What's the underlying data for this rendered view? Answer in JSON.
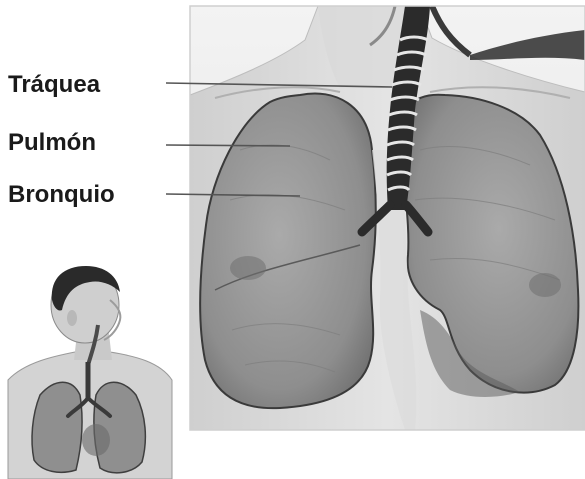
{
  "labels": {
    "trachea": "Tráquea",
    "lung": "Pulmón",
    "bronchus": "Bronquio"
  },
  "colors": {
    "background": "#ffffff",
    "label_text": "#1a1a1a",
    "leader_line": "#555555",
    "panel_frame": "#cfcfcf",
    "panel_bg": "#e9e9e9",
    "lung_fill": "#9a9a9a",
    "lung_shade": "#777777",
    "lung_outline": "#3a3a3a",
    "skin": "#d6d6d6",
    "skin_dark": "#b5b5b5",
    "trachea_dark": "#2b2b2b",
    "trachea_ring": "#e6e6e6",
    "hair": "#2a2a2a"
  },
  "icons": {
    "small_figure": "human-torso-respiratory-icon"
  }
}
